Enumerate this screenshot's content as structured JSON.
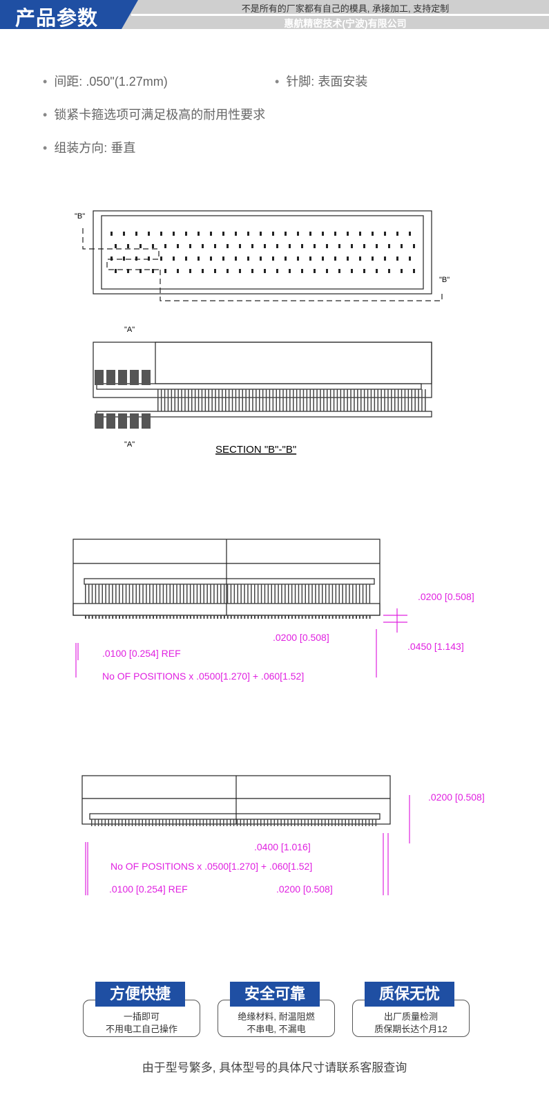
{
  "header": {
    "title": "产品参数",
    "slogan": "不是所有的厂家都有自己的模具, 承接加工, 支持定制",
    "company": "惠航精密技术(宁波)有限公司"
  },
  "specs": [
    "间距: .050\"(1.27mm)",
    "针脚: 表面安装",
    "锁紧卡箍选项可满足极高的耐用性要求",
    "组装方向: 垂直"
  ],
  "drawing1": {
    "label_b_left": "\"B\"",
    "label_b_right": "\"B\"",
    "label_a_top": "\"A\"",
    "label_a_bottom": "\"A\"",
    "section": "SECTION \"B\"-\"B\""
  },
  "drawing2": {
    "d1": ".0200 [0.508]",
    "d2": ".0200 [0.508]",
    "d3": ".0450 [1.143]",
    "d4": ".0100 [0.254]  REF",
    "d5": "No OF POSITIONS x .0500[1.270] + .060[1.52]"
  },
  "drawing3": {
    "d1": ".0200 [0.508]",
    "d2": ".0400 [1.016]",
    "d3": "No OF POSITIONS x .0500[1.270] + .060[1.52]",
    "d4": ".0100 [0.254]  REF",
    "d5": ".0200 [0.508]"
  },
  "features": [
    {
      "title": "方便快捷",
      "line1": "一插即可",
      "line2": "不用电工自己操作"
    },
    {
      "title": "安全可靠",
      "line1": "绝缘材料, 耐温阻燃",
      "line2": "不串电, 不漏电"
    },
    {
      "title": "质保无忧",
      "line1": "出厂质量检测",
      "line2": "质保期长达个月12"
    }
  ],
  "footer": "由于型号繁多, 具体型号的具体尺寸请联系客服查询",
  "colors": {
    "brand": "#1f4fa3",
    "dimension": "#e020e0"
  }
}
